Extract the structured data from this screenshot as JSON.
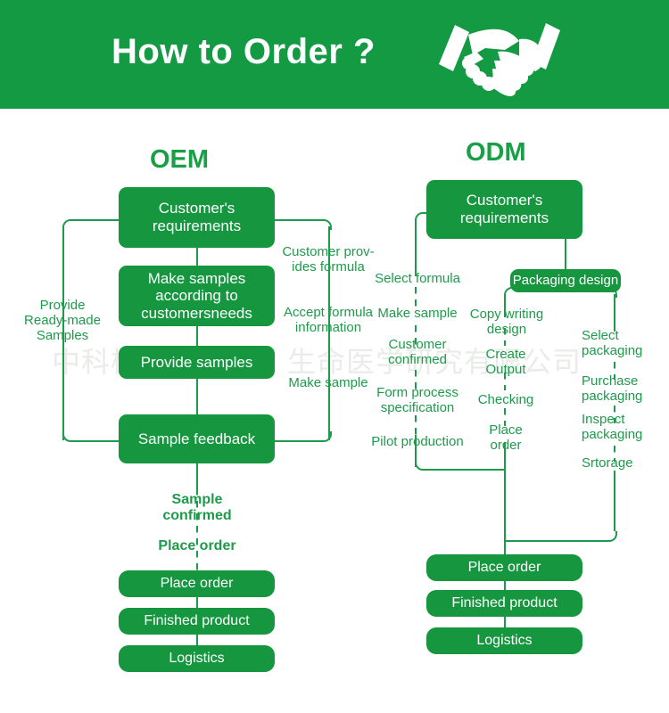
{
  "header": {
    "title": "How to Order ?",
    "icon": "handshake-icon",
    "background_color": "#139a42",
    "text_color": "#ffffff"
  },
  "watermark": {
    "text": "中科柏荟（广州）生命医学研究有限公司"
  },
  "theme": {
    "box_green": "#15963f",
    "line_green": "#1c9b4b",
    "label_green": "#1e9b4a",
    "title_green": "#19a046"
  },
  "oem": {
    "title": "OEM",
    "boxes": [
      {
        "label": "Customer's\nrequirements"
      },
      {
        "label": "Make samples\naccording to\ncustomersneeds"
      },
      {
        "label": "Provide samples"
      },
      {
        "label": "Sample feedback"
      },
      {
        "label": "Place order"
      },
      {
        "label": "Finished product"
      },
      {
        "label": "Logistics"
      }
    ],
    "left_branch_label": "Provide\nReady-made\nSamples",
    "right_branch_labels": [
      "Customer prov-\nides formula",
      "Accept formula\ninformation",
      "Make sample"
    ],
    "bottom_labels": [
      "Sample\nconfirmed",
      "Place order"
    ]
  },
  "odm": {
    "title": "ODM",
    "boxes": [
      {
        "label": "Customer's\nrequirements"
      },
      {
        "label": "Packaging design"
      },
      {
        "label": "Place order"
      },
      {
        "label": "Finished product"
      },
      {
        "label": "Logistics"
      }
    ],
    "formula_branch_labels": [
      "Select formula",
      "Make sample",
      "Customer\nconfirmed",
      "Form process\nspecification",
      "Pilot production"
    ],
    "design_branch_labels": [
      "Copy writing\ndesign",
      "Create\nOutput",
      "Checking",
      "Place\norder"
    ],
    "packaging_branch_labels": [
      "Select\npackaging",
      "Purchase\npackaging",
      "Inspect\npackaging",
      "Srtorage"
    ]
  }
}
